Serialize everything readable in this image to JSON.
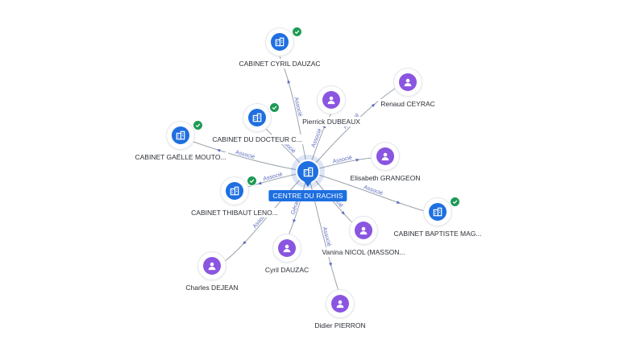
{
  "center": {
    "label": "CENTRE DU RACHIS",
    "icon": "building-icon",
    "verified": true
  },
  "nodes": [
    {
      "id": "cabinet-cyril-dauzac",
      "type": "company",
      "label": "CABINET CYRIL DAUZAC",
      "icon": "building-icon",
      "verified": true
    },
    {
      "id": "pierrick-dubeaux",
      "type": "person",
      "label": "Pierrick DUBEAUX",
      "icon": "person-icon",
      "verified": false
    },
    {
      "id": "renaud-ceyrac",
      "type": "person",
      "label": "Renaud CEYRAC",
      "icon": "person-icon",
      "verified": false
    },
    {
      "id": "cabinet-du-docteur",
      "type": "company",
      "label": "CABINET DU DOCTEUR C...",
      "icon": "building-icon",
      "verified": true
    },
    {
      "id": "cabinet-gaelle-mouto",
      "type": "company",
      "label": "CABINET GAËLLE MOUTO...",
      "icon": "building-icon",
      "verified": true
    },
    {
      "id": "elisabeth-grangeon",
      "type": "person",
      "label": "Elisabeth GRANGEON",
      "icon": "person-icon",
      "verified": false
    },
    {
      "id": "cabinet-thibaut-leno",
      "type": "company",
      "label": "CABINET THIBAUT LENO...",
      "icon": "building-icon",
      "verified": true
    },
    {
      "id": "cabinet-baptiste-mag",
      "type": "company",
      "label": "CABINET BAPTISTE MAG...",
      "icon": "building-icon",
      "verified": true
    },
    {
      "id": "vanina-nicol",
      "type": "person",
      "label": "Vanina NICOL (MASSON...",
      "icon": "person-icon",
      "verified": false
    },
    {
      "id": "cyril-dauzac",
      "type": "person",
      "label": "Cyril DAUZAC",
      "icon": "person-icon",
      "verified": false
    },
    {
      "id": "charles-dejean",
      "type": "person",
      "label": "Charles DEJEAN",
      "icon": "person-icon",
      "verified": false
    },
    {
      "id": "didier-pierron",
      "type": "person",
      "label": "Didier PIERRON",
      "icon": "person-icon",
      "verified": false
    }
  ],
  "edges": [
    {
      "target": "cabinet-cyril-dauzac",
      "label": "Associé"
    },
    {
      "target": "pierrick-dubeaux",
      "label": "Associé"
    },
    {
      "target": "renaud-ceyrac",
      "label": "Associé"
    },
    {
      "target": "cabinet-du-docteur",
      "label": "Associé"
    },
    {
      "target": "cabinet-gaelle-mouto",
      "label": "Associé"
    },
    {
      "target": "elisabeth-grangeon",
      "label": "Associé"
    },
    {
      "target": "cabinet-thibaut-leno",
      "label": "Associé"
    },
    {
      "target": "cabinet-baptiste-mag",
      "label": "Associé"
    },
    {
      "target": "vanina-nicol",
      "label": "Associé"
    },
    {
      "target": "cyril-dauzac",
      "label": "Gérant"
    },
    {
      "target": "charles-dejean",
      "label": "Associé"
    },
    {
      "target": "didier-pierron",
      "label": "Associé"
    }
  ]
}
